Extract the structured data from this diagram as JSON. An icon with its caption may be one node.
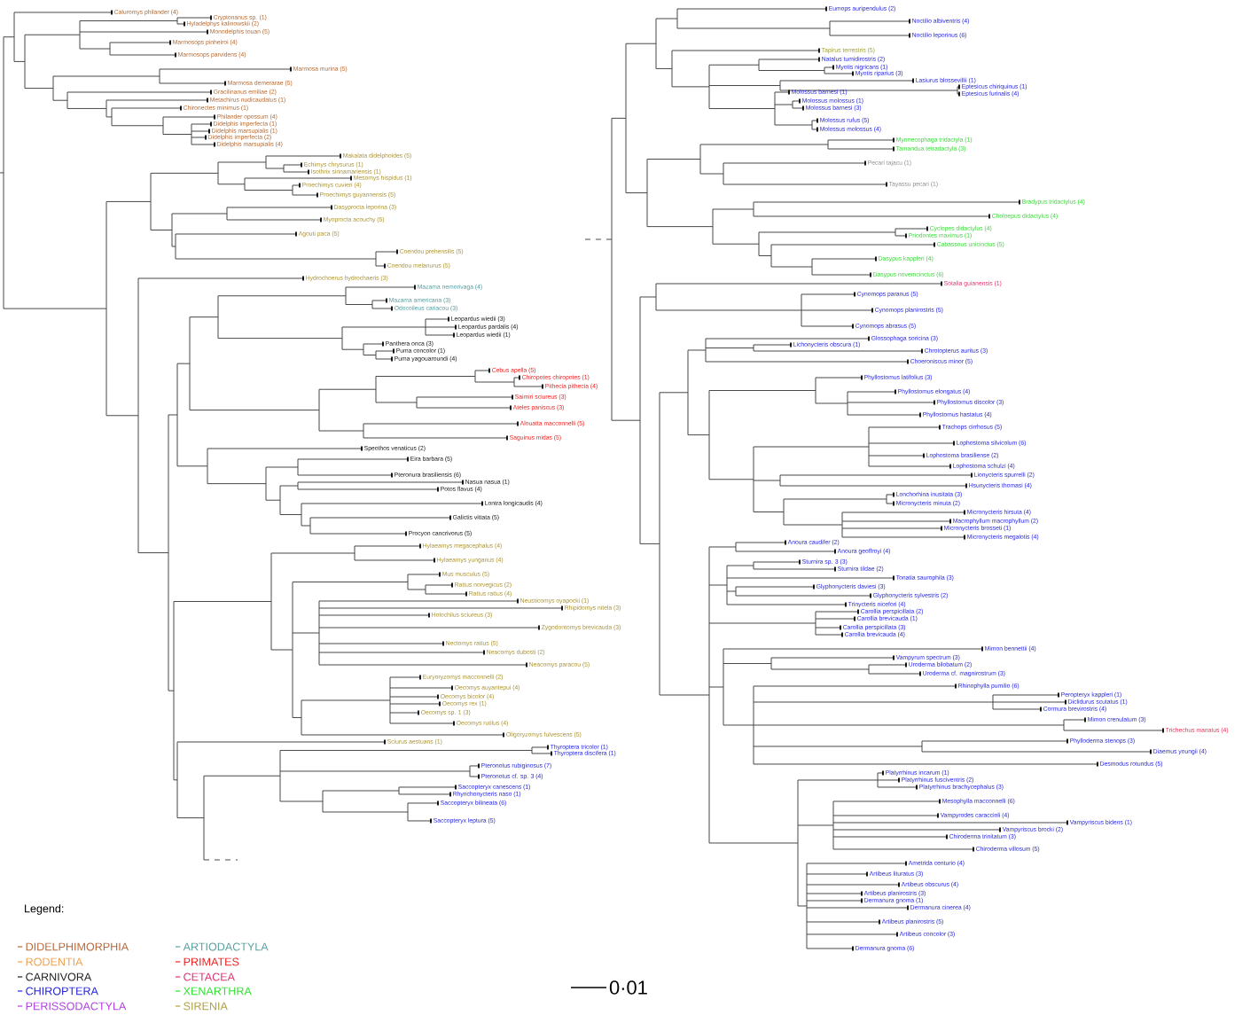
{
  "diagram": {
    "labels": [
      "Caluromys philander (4)",
      "Cryptonanus sp. (1)",
      "Hyladelphys kalinowskii (2)",
      "Monodelphis touan (5)",
      "Marmosops pinheiroi (4)",
      "Marmosops parvidens (4)",
      "Marmosa murina (5)",
      "Marmosa demerarae (5)",
      "Gracilinanus emiliae (2)",
      "Metachirus nudicaudatus (1)",
      "Chironectes minimus (1)",
      "Philander opossum (4)",
      "Didelphis imperfecta (1)",
      "Didelphis marsupialis (1)",
      "Didelphis imperfecta (2)",
      "Didelphis marsupialis (4)",
      "Makalata didelphoides (5)",
      "Echimys chrysurus (1)",
      "Isothrix sinnamariensis (1)",
      "Mesomys hispidus (1)",
      "Proechimys cuvieri (4)",
      "Proechimys guyannensis (5)",
      "Dasyprocta leporina (3)",
      "Myoprocta acouchy (5)",
      "Agouti paca (5)",
      "Coendou prehensilis (5)",
      "Coendou melanurus (5)",
      "Hydrochoerus hydrochaeris (3)",
      "Mazama nemorivaga (4)",
      "Mazama americana (3)",
      "Odocoileus cariacou (3)",
      "Leopardus wiedii (3)",
      "Leopardus pardalis (4)",
      "Leopardus wiedii (1)",
      "Panthera onca (3)",
      "Puma concolor (1)",
      "Puma yagouaroundi (4)",
      "Cebus apella (5)",
      "Chiropotes chiropotes (1)",
      "Pithecia pithecia (4)",
      "Saimiri sciureus (3)",
      "Ateles paniscus (3)",
      "Alouatta macconnelli (5)",
      "Saguinus midas (5)",
      "Speothos venaticus (2)",
      "Eira barbara (5)",
      "Pteronura brasiliensis (6)",
      "Nasua nasua (1)",
      "Potos flavus (4)",
      "Lontra longicaudis (4)",
      "Galictis vittata (5)",
      "Procyon cancrivorus (5)",
      "Hylaeamys megacephalus (4)",
      "Hylaeamys yunganus (4)",
      "Mus musculus (5)",
      "Rattus norvegicus (2)",
      "Rattus rattus (4)",
      "Neusticomys oyapocki (1)",
      "Rhipidomys nitela (3)",
      "Holochilus sciureus (3)",
      "Zygodontomys brevicauda (3)",
      "Nectomys rattus (5)",
      "Neacomys dubosti (2)",
      "Neacomys paracou (5)",
      "Euryoryzomys macconnelli (2)",
      "Oecomys auyantepui (4)",
      "Oecomys bicolor (4)",
      "Oecomys rex (1)",
      "Oecomys sp. 1 (3)",
      "Oecomys rutilus (4)",
      "Oligoryzomys fulvescens (5)",
      "Sciurus aestuans (1)",
      "Thyroptera tricolor (1)",
      "Thyroptera discifera (1)",
      "Pteronotus rubiginosus (7)",
      "Pteronotus cf. sp. 3 (4)",
      "Saccopteryx canescens (1)",
      "Rhynchonycteris naso (1)",
      "Saccopteryx bilineata (6)",
      "Saccopteryx leptura (5)",
      "Eumops auripendulus (2)",
      "Noctilio albiventris (4)",
      "Noctilio leporinus (6)",
      "Tapirus terrestris (5)",
      "Natalus tumidirostris (2)",
      "Myotis nigricans (1)",
      "Myotis riparius (3)",
      "Lasiurus blossevillii (1)",
      "Eptesicus chiriquinus (1)",
      "Eptesicus furinalis (4)",
      "Molossus barnesi (1)",
      "Molossus molossus (1)",
      "Molossus barnesi (3)",
      "Molossus rufus (5)",
      "Molossus molossus (4)",
      "Myrmecophaga tridactyla (1)",
      "Tamandua tetradactyla (3)",
      "Pecari tajacu (1)",
      "Tayassu pecari (1)",
      "Bradypus tridactylus (4)",
      "Choloepus didactylus (4)",
      "Cyclopes didactylus (4)",
      "Priodontes maximus (1)",
      "Cabassous unicinctus (5)",
      "Dasypus kappleri (4)",
      "Dasypus novemcinctus (6)",
      "Sotalia guianensis (1)",
      "Cynomops paranus (5)",
      "Cynomops planirostris (5)",
      "Cynomops abrasus (5)",
      "Glossophaga soricina (3)",
      "Lichonycteris obscura (1)",
      "Chrotopterus auritus (3)",
      "Choeroniscus minor (5)",
      "Phyllostomus latifolius (3)",
      "Phyllostomus elongatus (4)",
      "Phyllostomus discolor (3)",
      "Phyllostomus hastatus (4)",
      "Trachops cirrhosus (5)",
      "Lophostoma silvicolum (6)",
      "Lophostoma brasiliense (2)",
      "Lophostoma schulzi (4)",
      "Lionycteris spurrelli (2)",
      "Hsunycteris thomasi (4)",
      "Lonchorhina inusitata (3)",
      "Micronycteris minuta (2)",
      "Micronycteris hirsuta (4)",
      "Macrophyllum macrophyllum (2)",
      "Micronycteris brosseti (1)",
      "Micronycteris megalotis (4)",
      "Anoura caudifer (2)",
      "Anoura geoffroyi (4)",
      "Sturnira sp. 3 (3)",
      "Sturnira tildae (2)",
      "Tonatia saurophila (3)",
      "Glyphonycteris daviesi (3)",
      "Glyphonycteris sylvestris (2)",
      "Trinycteris nicefori (4)",
      "Carollia perspicillata (2)",
      "Carollia brevicauda (1)",
      "Carollia perspicillata (3)",
      "Carollia brevicauda (4)",
      "Mimon bennettii (4)",
      "Vampyrum spectrum (3)",
      "Uroderma bilobatum (2)",
      "Uroderma cf. magnirostrum (3)",
      "Rhinophylla pumilio (6)",
      "Peropteryx kappleri (1)",
      "Diclidurus scutatus (1)",
      "Cormura brevirostris (4)",
      "Mimon crenulatum (3)",
      "Trichechus manatus (4)",
      "Phylloderma stenops (3)",
      "Diaemus youngii (4)",
      "Desmodus rotundus (5)",
      "Platyrrhinus incarum (1)",
      "Platyrrhinus fusciventris (2)",
      "Platyrrhinus brachycephalus (3)",
      "Mesophylla macconnelli (6)",
      "Vampyrodes caraccioli (4)",
      "Vampyriscus bidens (1)",
      "Vampyriscus brocki (2)",
      "Chiroderma trinitatum (3)",
      "Chiroderma villosum (5)",
      "Ametrida centurio (4)",
      "Artibeus lituratus (3)",
      "Artibeus obscurus (4)",
      "Artibeus planirostris (3)",
      "Dermanura gnoma (1)",
      "Dermanura cinerea (4)",
      "Artibeus planirostris (5)",
      "Artibeus concolor (3)",
      "Dermanura gnoma (6)",
      "Legend:",
      "0·01"
    ],
    "legend": [
      {
        "text": "DIDELPHIMORPHIA",
        "color": "#b8683a"
      },
      {
        "text": "RODENTIA",
        "color": "#f0a050"
      },
      {
        "text": "CARNIVORA",
        "color": "#222222"
      },
      {
        "text": "CHIROPTERA",
        "color": "#2323e0"
      },
      {
        "text": "PERISSODACTYLA",
        "color": "#b040e0"
      },
      {
        "text": "ARTIODACTYLA",
        "color": "#5aa0a0"
      },
      {
        "text": "PRIMATES",
        "color": "#ee2222"
      },
      {
        "text": "CETACEA",
        "color": "#e03070"
      },
      {
        "text": "XENARTHRA",
        "color": "#30e030"
      },
      {
        "text": "SIRENIA",
        "color": "#b0a040"
      }
    ]
  }
}
